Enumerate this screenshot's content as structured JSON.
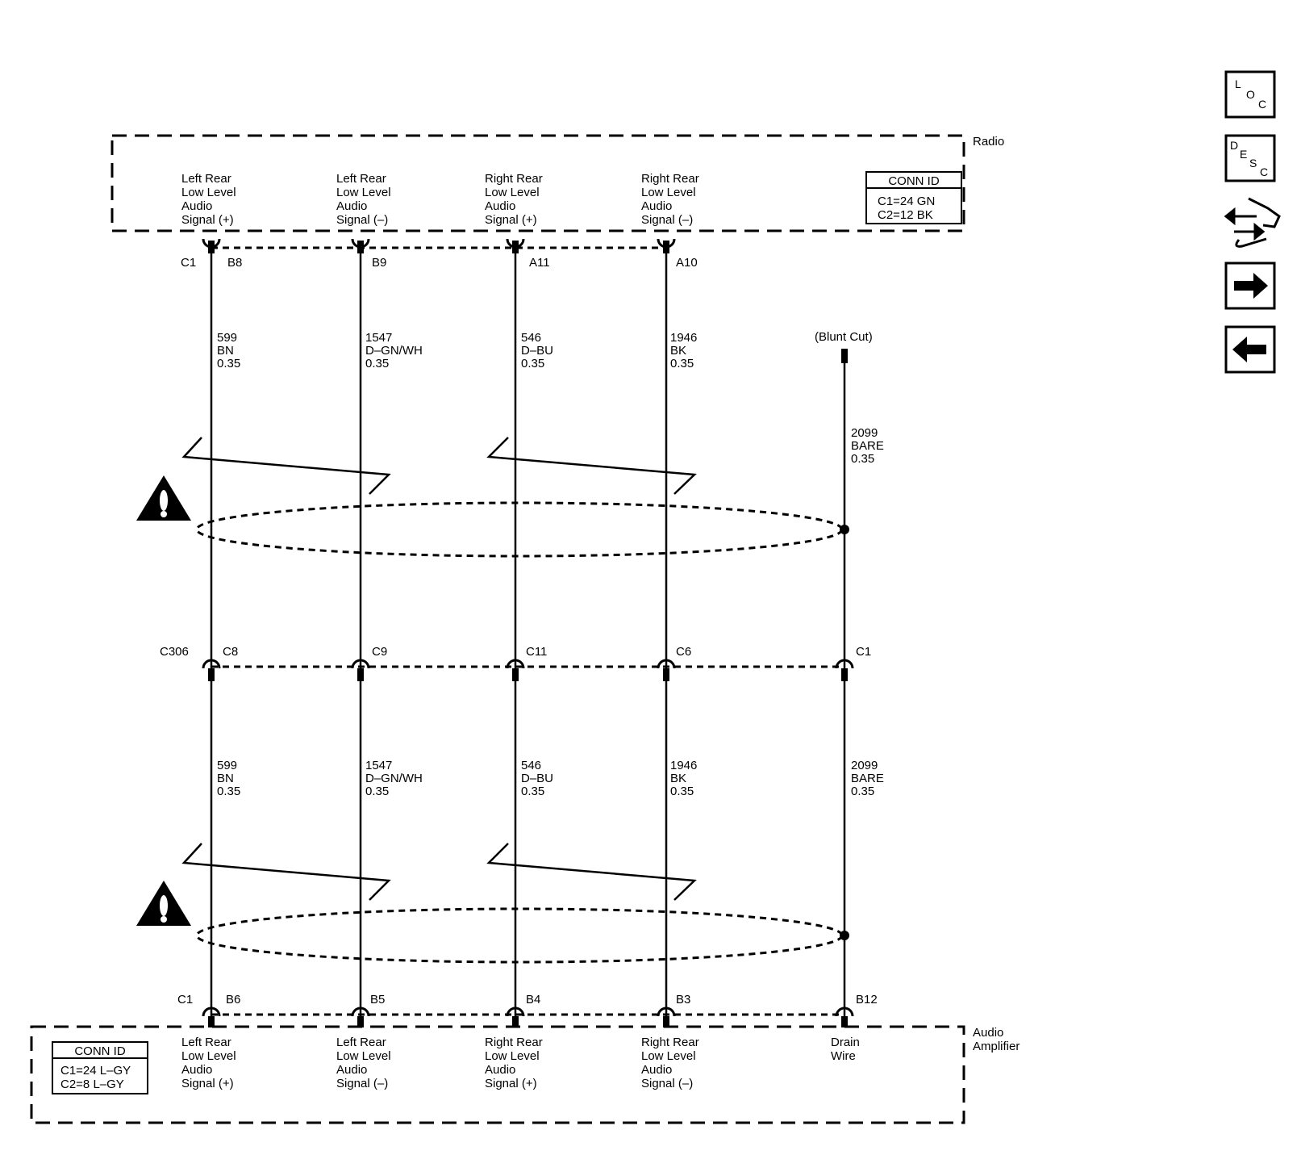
{
  "radio": {
    "title": "Radio",
    "conn_id": {
      "header": "CONN ID",
      "lines": [
        "C1=24 GN",
        "C2=12 BK"
      ]
    },
    "signals": [
      [
        "Left Rear",
        "Low Level",
        "Audio",
        "Signal (+)"
      ],
      [
        "Left Rear",
        "Low Level",
        "Audio",
        "Signal (–)"
      ],
      [
        "Right Rear",
        "Low Level",
        "Audio",
        "Signal (+)"
      ],
      [
        "Right Rear",
        "Low Level",
        "Audio",
        "Signal (–)"
      ]
    ],
    "connector": "C1",
    "pins": [
      "B8",
      "B9",
      "A11",
      "A10"
    ]
  },
  "upper_wires": [
    [
      "599",
      "BN",
      "0.35"
    ],
    [
      "1547",
      "D–GN/WH",
      "0.35"
    ],
    [
      "546",
      "D–BU",
      "0.35"
    ],
    [
      "1946",
      "BK",
      "0.35"
    ]
  ],
  "drain_upper": {
    "label": "(Blunt Cut)",
    "wire": [
      "2099",
      "BARE",
      "0.35"
    ]
  },
  "inline": {
    "connector": "C306",
    "pins": [
      "C8",
      "C9",
      "C11",
      "C6",
      "C1"
    ]
  },
  "lower_wires": [
    [
      "599",
      "BN",
      "0.35"
    ],
    [
      "1547",
      "D–GN/WH",
      "0.35"
    ],
    [
      "546",
      "D–BU",
      "0.35"
    ],
    [
      "1946",
      "BK",
      "0.35"
    ],
    [
      "2099",
      "BARE",
      "0.35"
    ]
  ],
  "amplifier": {
    "title": [
      "Audio",
      "Amplifier"
    ],
    "conn_id": {
      "header": "CONN ID",
      "lines": [
        "C1=24 L–GY",
        "C2=8 L–GY"
      ]
    },
    "connector": "C1",
    "pins": [
      "B6",
      "B5",
      "B4",
      "B3",
      "B12"
    ],
    "signals": [
      [
        "Left Rear",
        "Low Level",
        "Audio",
        "Signal (+)"
      ],
      [
        "Left Rear",
        "Low Level",
        "Audio",
        "Signal (–)"
      ],
      [
        "Right Rear",
        "Low Level",
        "Audio",
        "Signal (+)"
      ],
      [
        "Right Rear",
        "Low Level",
        "Audio",
        "Signal (–)"
      ],
      [
        "Drain",
        "Wire"
      ]
    ]
  },
  "nav": {
    "loc": [
      "L",
      "O",
      "C"
    ],
    "desc": [
      "D",
      "E",
      "S",
      "C"
    ],
    "icons": [
      "connector-hand-icon",
      "arrow-right-icon",
      "arrow-left-icon"
    ]
  }
}
